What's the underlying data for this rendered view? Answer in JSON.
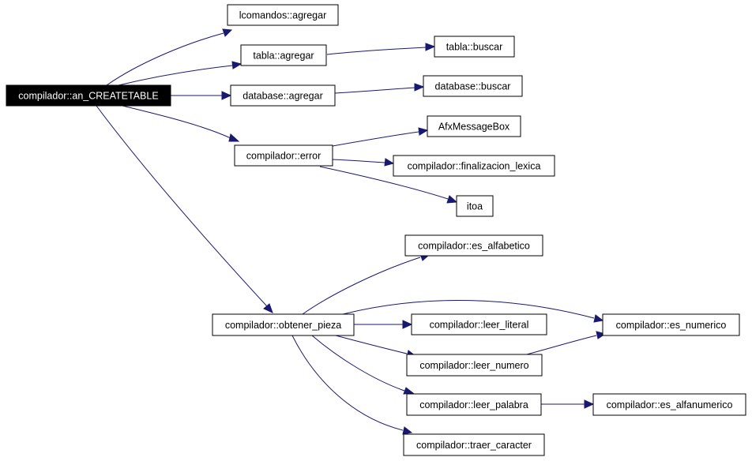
{
  "graph": {
    "edge_color": "#191970",
    "nodes": {
      "an_createtable": "compilador::an_CREATETABLE",
      "lcomandos_agregar": "lcomandos::agregar",
      "tabla_agregar": "tabla::agregar",
      "tabla_buscar": "tabla::buscar",
      "database_agregar": "database::agregar",
      "database_buscar": "database::buscar",
      "error": "compilador::error",
      "afxmessagebox": "AfxMessageBox",
      "finalizacion_lexica": "compilador::finalizacion_lexica",
      "itoa": "itoa",
      "obtener_pieza": "compilador::obtener_pieza",
      "es_alfabetico": "compilador::es_alfabetico",
      "leer_literal": "compilador::leer_literal",
      "es_numerico": "compilador::es_numerico",
      "leer_numero": "compilador::leer_numero",
      "leer_palabra": "compilador::leer_palabra",
      "es_alfanumerico": "compilador::es_alfanumerico",
      "traer_caracter": "compilador::traer_caracter"
    }
  }
}
